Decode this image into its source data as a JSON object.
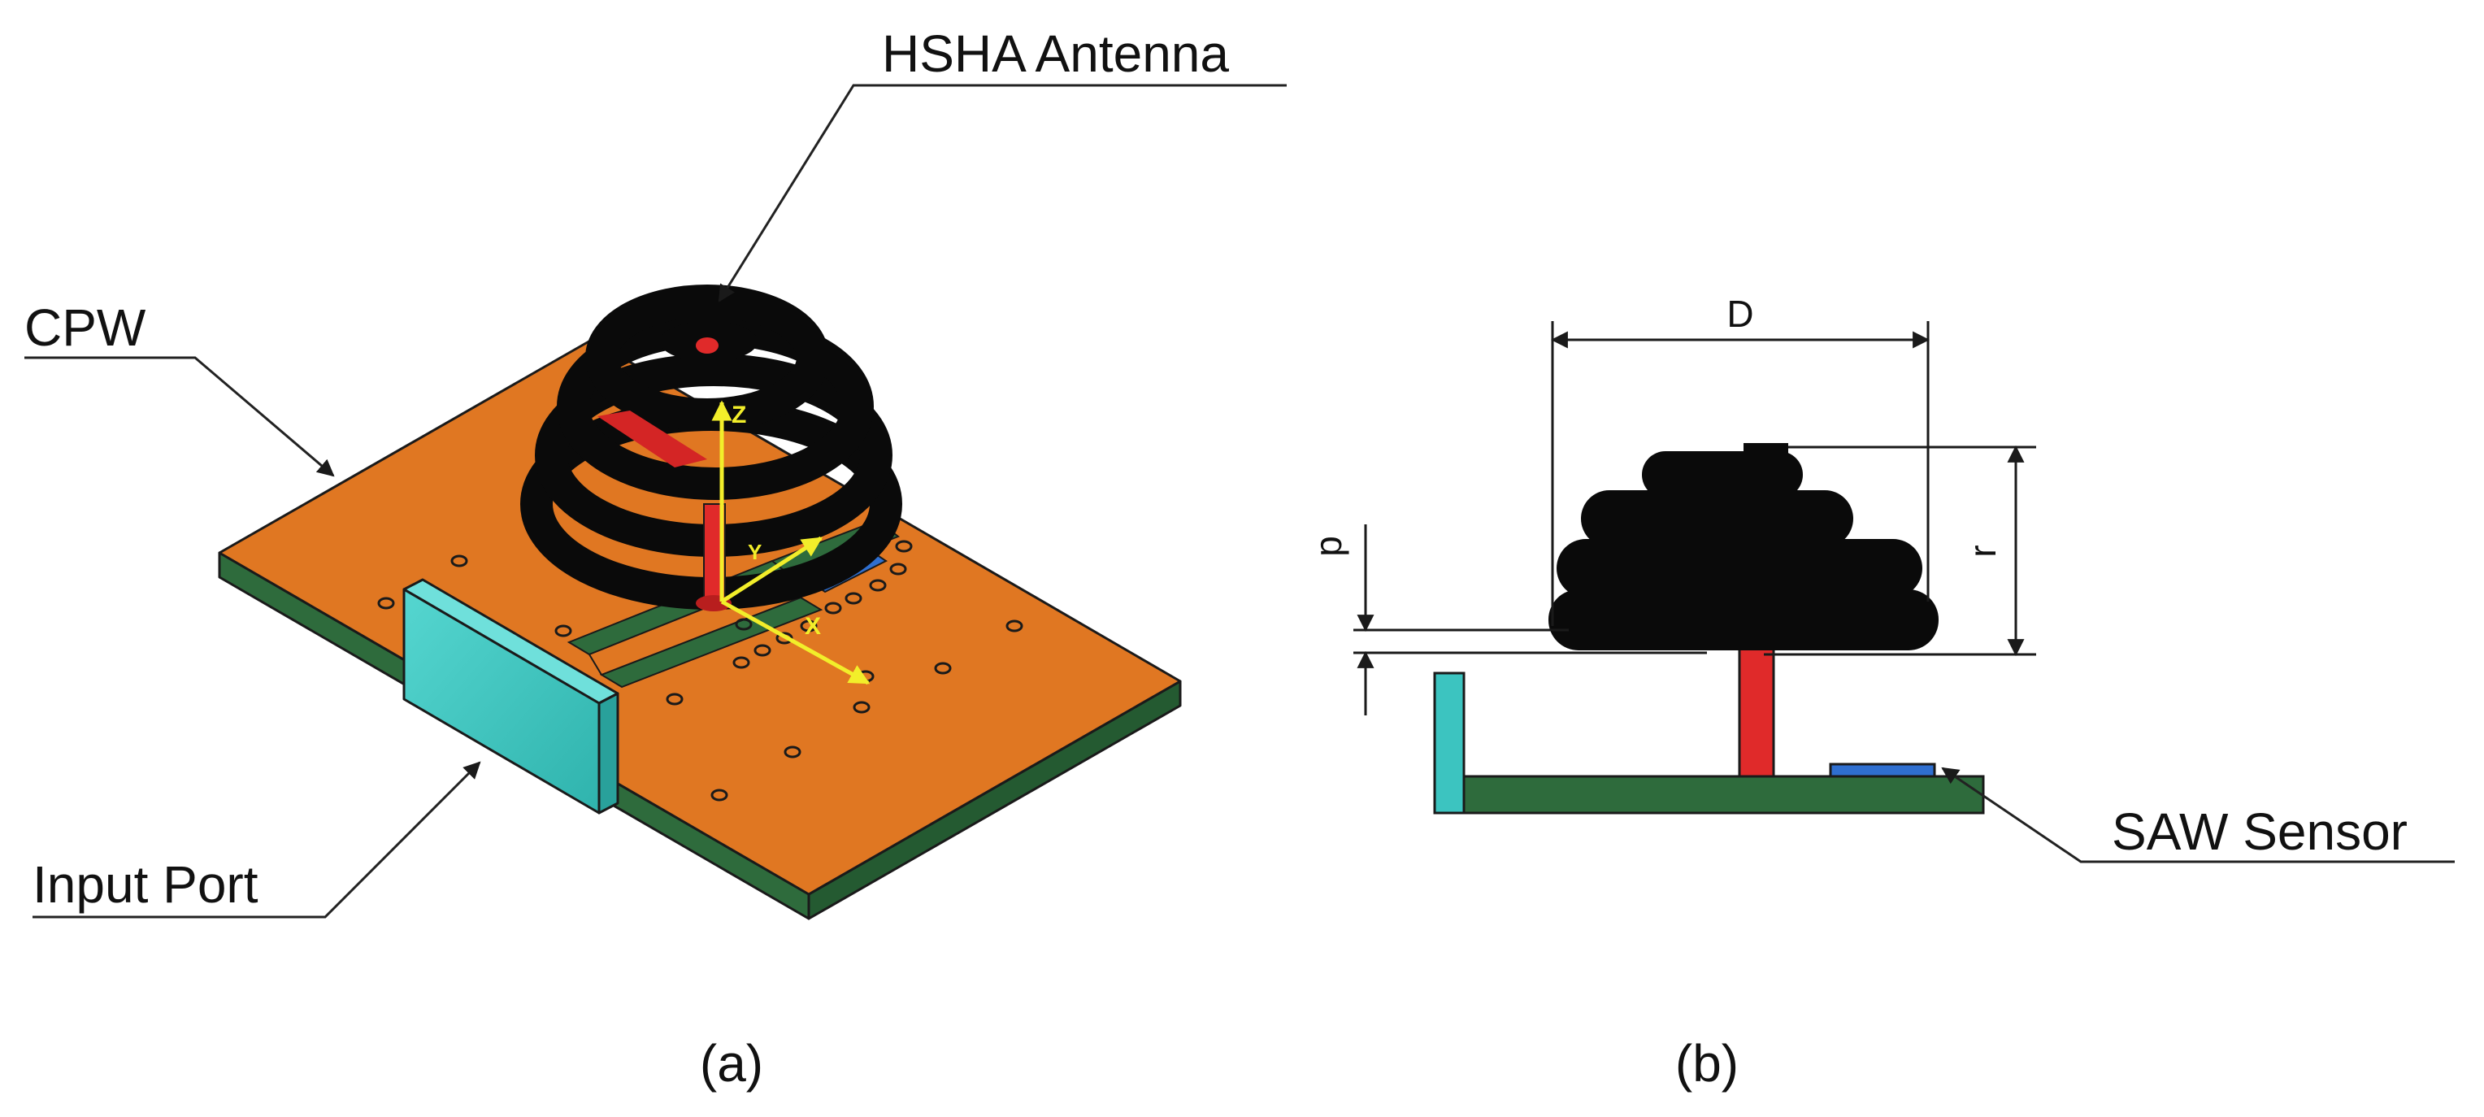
{
  "labels": {
    "hsha": "HSHA Antenna",
    "cpw": "CPW",
    "input_port": "Input Port",
    "saw_sensor": "SAW Sensor"
  },
  "axes": {
    "z": "Z",
    "y": "Y",
    "x": "X"
  },
  "dimensions": {
    "D": "D",
    "r": "r",
    "p": "p"
  },
  "captions": {
    "a": "(a)",
    "b": "(b)"
  },
  "colors": {
    "substrate_top": "#e07722",
    "substrate_side": "#2e6b3c",
    "port": "#3cc4c0",
    "feed": "#e02a2a",
    "antenna": "#0a0a0a",
    "sensor": "#2f6fd0",
    "axis": "#f2ee2a"
  }
}
